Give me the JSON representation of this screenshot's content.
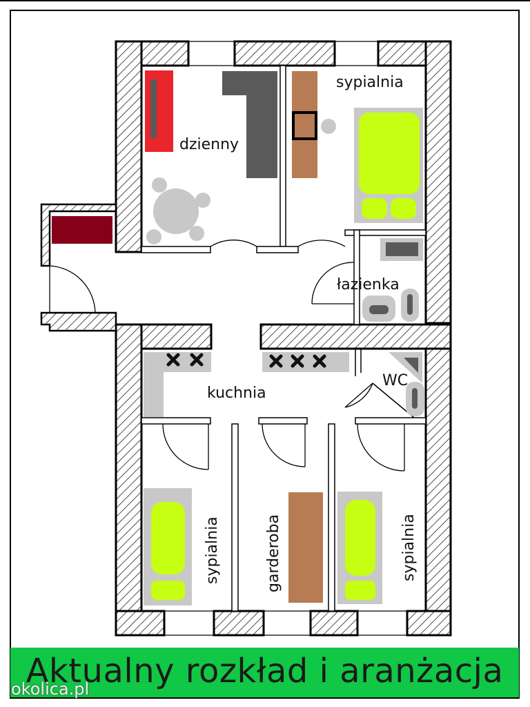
{
  "rooms": {
    "living": "dzienny",
    "bedroom_top": "sypialnia",
    "bathroom": "łazienka",
    "wc": "WC",
    "kitchen": "kuchnia",
    "bedroom_left": "sypialnia",
    "wardrobe": "garderoba",
    "bedroom_right": "sypialnia"
  },
  "banner": {
    "title": "Aktualny rozkład i aranżacja"
  },
  "watermark": "okolica.pl",
  "colors": {
    "banner_bg": "#11c746",
    "bed": "#c6ff12",
    "wood": "#b77c54",
    "grey_fixture": "#c8c8c8",
    "dark_grey": "#5a5a5a",
    "red_sofa": "#e8262c",
    "maroon": "#870019"
  },
  "icons": [
    "hatched-wall",
    "door-swing-arc",
    "bed-icon",
    "stove-burner-x-icon",
    "toilet-icon",
    "sink-icon",
    "round-table-icon"
  ]
}
